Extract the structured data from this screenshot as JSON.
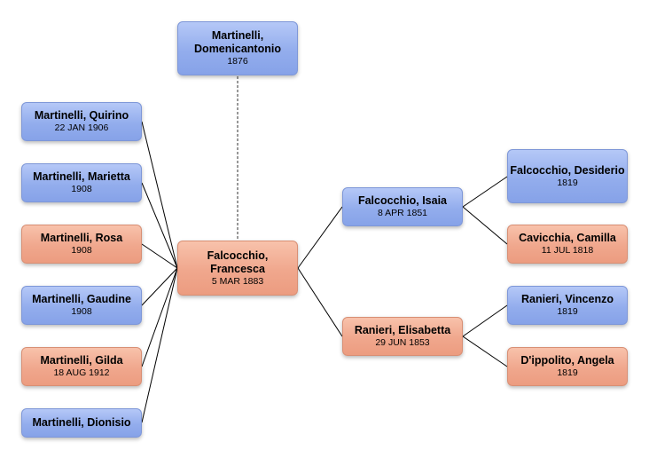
{
  "colors": {
    "male_box": "#93aded",
    "female_box": "#f0a78d",
    "connector": "#000000",
    "father_link": "#555555"
  },
  "people": {
    "father": {
      "name": "Martinelli, Domenicantonio",
      "date": "1876",
      "gender": "male"
    },
    "focus": {
      "name": "Falcocchio, Francesca",
      "date": "5 MAR 1883",
      "gender": "female"
    },
    "children": [
      {
        "name": "Martinelli, Quirino",
        "date": "22 JAN 1906",
        "gender": "male"
      },
      {
        "name": "Martinelli, Marietta",
        "date": "1908",
        "gender": "male"
      },
      {
        "name": "Martinelli, Rosa",
        "date": "1908",
        "gender": "female"
      },
      {
        "name": "Martinelli, Gaudine",
        "date": "1908",
        "gender": "male"
      },
      {
        "name": "Martinelli, Gilda",
        "date": "18 AUG 1912",
        "gender": "female"
      },
      {
        "name": "Martinelli, Dionisio",
        "date": "",
        "gender": "male"
      }
    ],
    "parent_father": {
      "name": "Falcocchio, Isaia",
      "date": "8 APR 1851",
      "gender": "male"
    },
    "parent_mother": {
      "name": "Ranieri, Elisabetta",
      "date": "29 JUN 1853",
      "gender": "female"
    },
    "paternal_grandfather": {
      "name": "Falcocchio, Desiderio",
      "date": "1819",
      "gender": "male"
    },
    "paternal_grandmother": {
      "name": "Cavicchia, Camilla",
      "date": "11 JUL 1818",
      "gender": "female"
    },
    "maternal_grandfather": {
      "name": "Ranieri, Vincenzo",
      "date": "1819",
      "gender": "male"
    },
    "maternal_grandmother": {
      "name": "D'ippolito, Angela",
      "date": "1819",
      "gender": "female"
    }
  }
}
